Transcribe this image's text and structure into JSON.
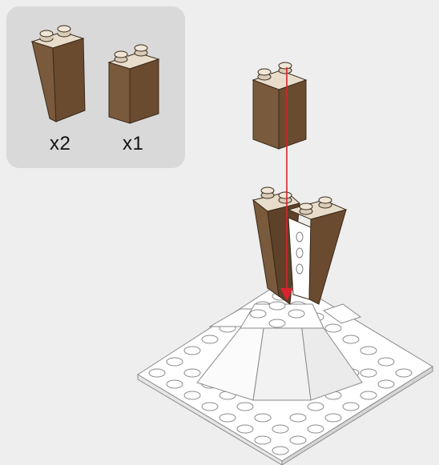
{
  "parts_list": {
    "items": [
      {
        "part": "brick-slope-inverted",
        "quantity": "x2"
      },
      {
        "part": "brick-1x2x2",
        "quantity": "x1"
      }
    ]
  },
  "colors": {
    "brick": "#7a5a3c",
    "brick_light": "#9b7a58",
    "brick_dark": "#5a3f28",
    "stud_top": "#e8dccb",
    "panel": "#d9d9d9",
    "background": "#eeeeee",
    "arrow": "#d9232e",
    "base_model": "#ffffff"
  }
}
